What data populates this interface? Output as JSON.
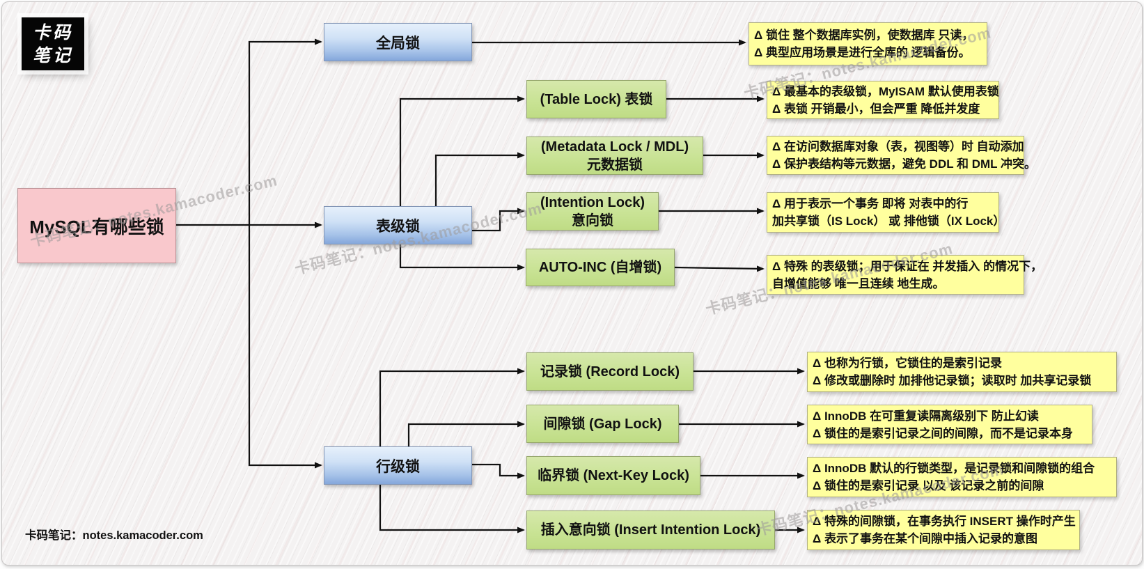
{
  "logo": {
    "line1": "卡码",
    "line2": "笔记"
  },
  "root": {
    "label": "MySQL有哪些锁"
  },
  "branches": {
    "global": {
      "label": "全局锁"
    },
    "table": {
      "label": "表级锁"
    },
    "row": {
      "label": "行级锁"
    }
  },
  "table_children": {
    "table_lock": {
      "label": "(Table Lock) 表锁"
    },
    "metadata_lock": {
      "line1": "(Metadata Lock / MDL)",
      "line2": "元数据锁"
    },
    "intention_lock": {
      "line1": "(Intention Lock)",
      "line2": "意向锁"
    },
    "auto_inc": {
      "label": "AUTO-INC (自增锁)"
    }
  },
  "row_children": {
    "record_lock": {
      "label": "记录锁 (Record Lock)"
    },
    "gap_lock": {
      "label": "间隙锁 (Gap Lock)"
    },
    "next_key_lock": {
      "label": "临界锁 (Next-Key Lock)"
    },
    "insert_intention_lock": {
      "label": "插入意向锁 (Insert Intention Lock)"
    }
  },
  "notes": {
    "global": {
      "line1": "Δ 锁住 整个数据库实例，使数据库 只读，",
      "line2": "Δ 典型应用场景是进行全库的 逻辑备份。"
    },
    "table_lock": {
      "line1": "Δ 最基本的表级锁，MyISAM 默认使用表锁",
      "line2": "Δ 表锁 开销最小，但会严重 降低并发度"
    },
    "metadata_lock": {
      "line1": "Δ 在访问数据库对象（表，视图等）时 自动添加",
      "line2": "Δ 保护表结构等元数据，避免 DDL 和 DML 冲突。"
    },
    "intention_lock": {
      "line1": "Δ 用于表示一个事务 即将 对表中的行",
      "line2": "加共享锁（IS Lock） 或 排他锁（IX Lock）"
    },
    "auto_inc": {
      "line1": "Δ 特殊 的表级锁；用于保证在 并发插入 的情况下，",
      "line2": "自增值能够 唯一且连续 地生成。"
    },
    "record_lock": {
      "line1": "Δ 也称为行锁，它锁住的是索引记录",
      "line2": "Δ 修改或删除时 加排他记录锁；读取时 加共享记录锁"
    },
    "gap_lock": {
      "line1": "Δ InnoDB 在可重复读隔离级别下 防止幻读",
      "line2": "Δ 锁住的是索引记录之间的间隙，而不是记录本身"
    },
    "next_key_lock": {
      "line1": "Δ InnoDB 默认的行锁类型，是记录锁和间隙锁的组合",
      "line2": "Δ 锁住的是索引记录 以及 该记录之前的间隙"
    },
    "insert_intention_lock": {
      "line1": "Δ 特殊的间隙锁，在事务执行 INSERT 操作时产生",
      "line2": "Δ 表示了事务在某个间隙中插入记录的意图"
    }
  },
  "watermark": {
    "text": "卡码笔记：notes.kamacoder.com"
  },
  "footer": {
    "text": "卡码笔记：notes.kamacoder.com"
  },
  "colors": {
    "root_fill": "#f9c8cc",
    "branch_fill": "#84a7db",
    "child_fill": "#c9e395",
    "note_fill": "#ffff9e",
    "line": "#111111",
    "background": "#f4f2f2"
  }
}
